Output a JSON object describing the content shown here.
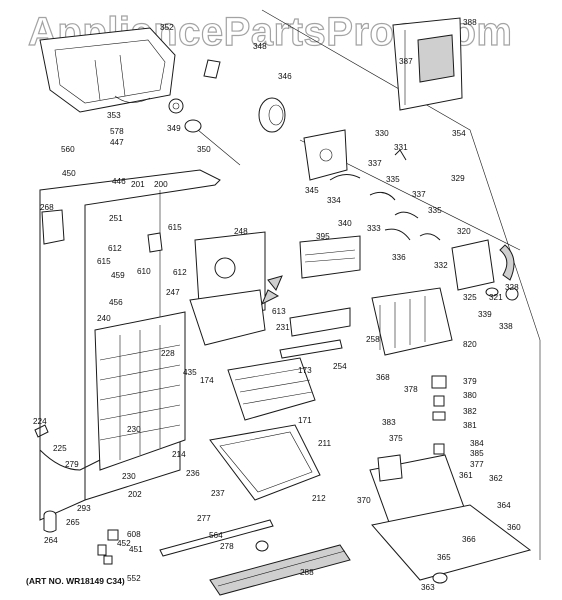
{
  "watermark": "AppliancePartsPros.com",
  "art_number": "(ART NO. WR18149 C34)",
  "part_numbers": [
    "388",
    "352",
    "348",
    "387",
    "346",
    "353",
    "349",
    "578",
    "447",
    "560",
    "350",
    "354",
    "330",
    "331",
    "450",
    "446",
    "337",
    "329",
    "345",
    "335",
    "201",
    "200",
    "337",
    "268",
    "334",
    "340",
    "333",
    "335",
    "251",
    "615",
    "248",
    "395",
    "612",
    "320",
    "615",
    "610",
    "612",
    "336",
    "332",
    "459",
    "247",
    "613",
    "328",
    "325",
    "321",
    "339",
    "456",
    "338",
    "240",
    "231",
    "258",
    "820",
    "228",
    "254",
    "368",
    "435",
    "174",
    "173",
    "378",
    "379",
    "380",
    "382",
    "171",
    "381",
    "224",
    "230",
    "383",
    "375",
    "211",
    "384",
    "385",
    "225",
    "214",
    "236",
    "377",
    "279",
    "230",
    "361",
    "362",
    "202",
    "237",
    "212",
    "370",
    "293",
    "265",
    "364",
    "277",
    "608",
    "360",
    "452",
    "451",
    "564",
    "366",
    "278",
    "264",
    "365",
    "288",
    "552",
    "363"
  ]
}
